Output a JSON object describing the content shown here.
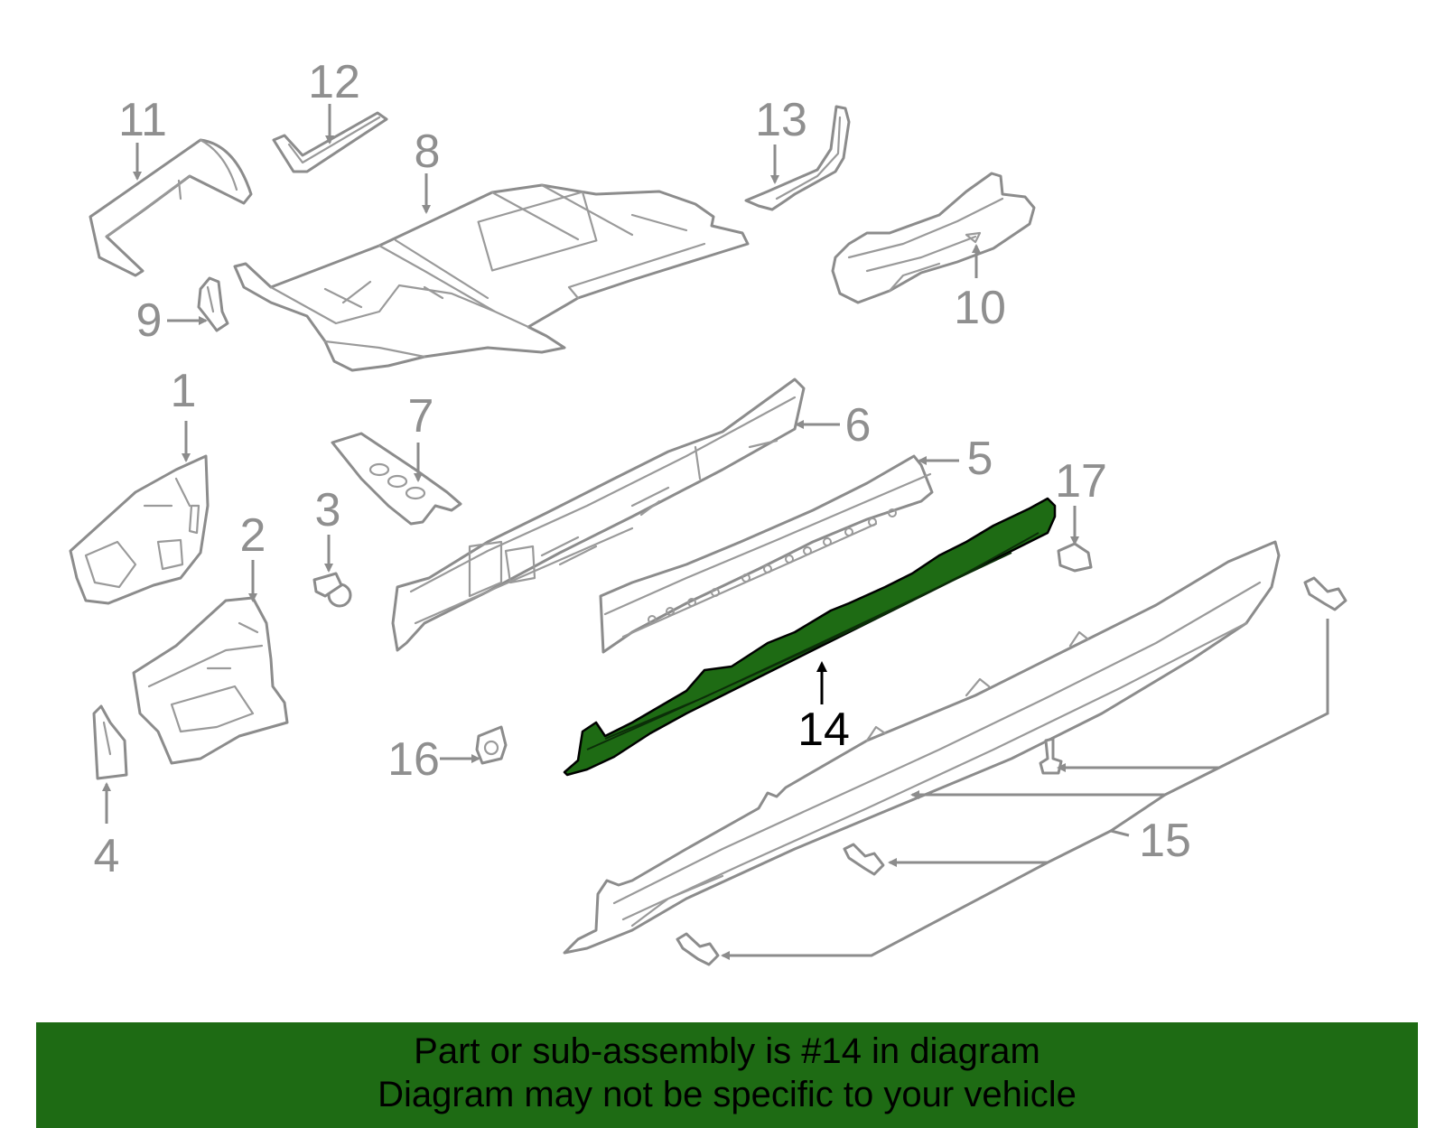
{
  "diagram": {
    "callouts": [
      {
        "id": "1",
        "label": "1"
      },
      {
        "id": "2",
        "label": "2"
      },
      {
        "id": "3",
        "label": "3"
      },
      {
        "id": "4",
        "label": "4"
      },
      {
        "id": "5",
        "label": "5"
      },
      {
        "id": "6",
        "label": "6"
      },
      {
        "id": "7",
        "label": "7"
      },
      {
        "id": "8",
        "label": "8"
      },
      {
        "id": "9",
        "label": "9"
      },
      {
        "id": "10",
        "label": "10"
      },
      {
        "id": "11",
        "label": "11"
      },
      {
        "id": "12",
        "label": "12"
      },
      {
        "id": "13",
        "label": "13"
      },
      {
        "id": "14",
        "label": "14"
      },
      {
        "id": "15",
        "label": "15"
      },
      {
        "id": "16",
        "label": "16"
      },
      {
        "id": "17",
        "label": "17"
      }
    ],
    "highlighted_part": "14",
    "colors": {
      "highlight": "#1e6b14",
      "outline": "#8c8c8c",
      "banner": "#1e6b14"
    }
  },
  "banner": {
    "line1": "Part or sub-assembly is #14 in diagram",
    "line2": "Diagram may not be specific to your vehicle"
  }
}
